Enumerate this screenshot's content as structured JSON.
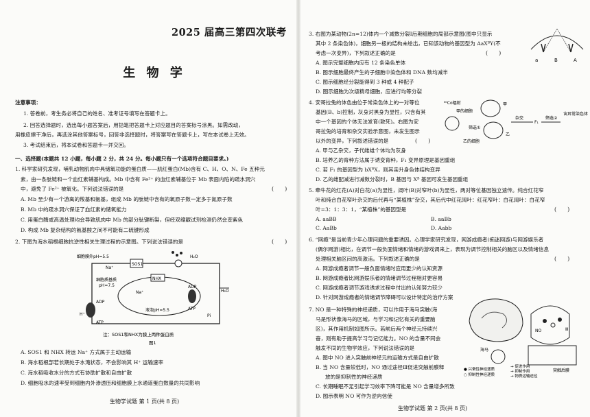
{
  "left_page": {
    "exam_title": "2025 届高三第四次联考",
    "subject": "生 物 学",
    "notice_heading": "注意事项：",
    "notices": [
      "1. 答卷前，考生务必将自己的姓名、准考证号填写在答题卡上。",
      "2. 回答选择题时，选出每小题答案后，用铅笔把答题卡上对应题目的答案标号涂黑。如需改动，",
      "用橡皮擦干净后，再选涂其他答案标号，回答非选择题时，将答案写在答题卡上，写在本试卷上无效。",
      "3. 考试结束后，将本试卷和答题卡一并交回。"
    ],
    "section_heading": "一、选择题(本题共 12 小题，每小题 2 分，共 24 分。每小题只有一个选项符合题目要求。)",
    "q1": {
      "stem": [
        "1. 科学家研究发现，哺乳动物肌肉中具储氧功能的蛋白质——肌红蛋白(Mb)含有 C、H、O、N、Fe 五种元",
        "素，由一条肽链和一个血红素辅基构成。Mb 中含有 Fe²⁺ 的血红素辅基位于 Mb 表面内陷的疏水洞穴",
        "中，避免了 Fe²⁺ 被氧化。下列说法错误的是"
      ],
      "options": [
        "A. Mb 至少有一个游离的羧基和氨基，组成 Mb 的肽链中含有的氧原子数一定多于氮原子数",
        "B. Mb 中的疏水洞穴保证了血红素的储氧能力",
        "C. 用蛋白酶或高温处理均会导致肌肉中 Mb 的部分肽键断裂，但经双缩脲试剂检测仍然会变紫色",
        "D. 构成 Mb 复杂结构的氨基酸之间不可能有二硫键形成"
      ]
    },
    "q2": {
      "stem": "2. 下图为海水稻根细胞抗逆性相关生理过程的示意图。下列说法错误的是",
      "figure_labels": {
        "extracellular": "细胞膜外pH=5.5",
        "sos1": "SOS1",
        "h2o_top": "H₂O",
        "h2o_right": "H₂O",
        "cytoplasm": "细胞质基质",
        "cytoplasm_ph": "pH=7.5",
        "nhx": "NHX",
        "adp": "ADP",
        "atp": "ATP",
        "h_plus": "H⁺",
        "na_plus": "Na⁺",
        "pi": "Pi",
        "vacuole": "液泡pH=5.5",
        "note": "注：SOS1和NHX为膜上两种蛋白质",
        "figure_number": "图1"
      },
      "options": [
        "A. SOS1 和 NHX 转运 Na⁺ 方式属于主动运输",
        "B. 海水稻根部若长期处于水淹状态，不会影响其 H⁺ 运输速率",
        "C. 海水稻吸收水分的方式有协助扩散和自由扩散",
        "D. 细胞吸水的速率受到细胞内外渗透压和细胞膜上水通道蛋白数量的共同影响"
      ]
    },
    "footer": "生物学试题  第 1 页(共 8 页)"
  },
  "right_page": {
    "q3": {
      "stem": [
        "3. 右图为某动物(2n=12)体内一个减数分裂Ⅰ后期细胞的局部示意图(图中只显示",
        "其中 2 条染色体)，细胞另一极的结构未绘出，已知该动物的基因型为 AaXᴮY(不",
        "考虑一次变异)，下列叙述正确的是"
      ],
      "options": [
        "A. 图示完整细胞内应有 12 条染色单体",
        "B. 图示细胞最终产生的子细胞中染色体和 DNA 数均减半",
        "C. 图示细胞经分裂能得到 3 种或 4 种配子",
        "D. 图示细胞为次级精母细胞，应进行均等分裂"
      ],
      "figure_labels": {
        "a": "a",
        "b": "B",
        "big_a": "A"
      }
    },
    "q4": {
      "stem": [
        "4. 安哥拉兔的体色由位于常染色体上的一对等位",
        "基因(B、b)控制，灰身对黑身为显性，只含有其",
        "中一个基因的个体无法发育(致死)。右图为安",
        "哥拉兔的培育和杂交实验示意图，未发生图示",
        "以外的变异，下列叙述错误的是"
      ],
      "options": [
        "A. 甲与乙杂交，子代雌雄个体均为灰身",
        "B. 培养乙的育种方法属于诱变育种，F₁ 变异原理是基因重组",
        "C. 若 F₁ 的基因型为 bXᴮX，则其亲升身色体结构变异",
        "D. 乙的雌配减进行减数分裂时，B 基因与 Xᴮ 基因可发生基因重组"
      ],
      "figure_labels": {
        "radiation": "⁶⁰Co辐射",
        "jia_cell": "甲的细胞",
        "jia": "甲",
        "yi": "乙",
        "yi_cell": "乙的细胞",
        "screen": "筛选①",
        "cross": "杂交",
        "f1": "F₁",
        "screen2": "筛选②",
        "result": "含异常染色体"
      }
    },
    "q5": {
      "stem": [
        "5. 牵牛花的红花(A)对白花(a)为显性，阔叶(B)对窄叶(b)为显性，两对等位基因独立遗传。纯合红花窄",
        "叶和纯合白花窄叶杂交的后代再与“某植株”杂交，其后代中红花阔叶：红花窄叶：白花阔叶：白花窄",
        "叶=3：1：3：1，“某植株”的基因型是"
      ],
      "options": [
        "A. aaBB",
        "B. aaBb",
        "C. AaBb",
        "D. Aabb"
      ]
    },
    "q6": {
      "stem": [
        "6. “网瘾”是当前青少年心理问题的重要诱因。心理学家研究发现，网游成瘾者(痴迷网游)与网游娱乐者",
        "(偶尔网游)相比，在调节一般负面情绪和情绪的游戏调来上，表现为调节控制相关的脑区以及情绪信息",
        "处理相关脑区间的高激活。下列叙述正确的是"
      ],
      "options": [
        "A. 网游成瘾者调节一般负面情绪时应用更少的认知资源",
        "B. 网游成瘾者比网游娱乐者的情绪调节过程相对更容易",
        "C. 网游成瘾者调节游戏诱求过程中付出的认知努力较少",
        "D. 针对网游成瘾者的情绪调节障碍可以设计特定的治疗方案"
      ]
    },
    "q7": {
      "stem": [
        "7. NO 是一种特殊的神经递质，可以作用于海马突触(海",
        "马是形状像海马的区域，与学习和记忆有关的重要脑",
        "区)，其作用机制如图所示。若前后两个神经元持续兴",
        "奋，则有助于提高学习与记忆能力。NO 的含量不同会",
        "触发不同的生物学效应，下列说法错误的是"
      ],
      "options": [
        "A. 图中 NO 进入突触前神经元的运输方式是自由扩散",
        "B. 当 NO 含量较低时，NO 通过途径Ⅲ促进突触前膜释",
        "放的是抑制性的神经递质",
        "C. 长期睡眠不足引起学习效率下降可能是 NO 含量增多所致",
        "D. 图示表明 NO 可作为逆向信使"
      ],
      "figure_labels": {
        "hippocampus": "海马",
        "synapse": "突触后膜",
        "paths": [
          "→ 促进作用",
          "→ 抑制作用",
          "→ 物质运输途径"
        ],
        "legend": [
          "● 兴奋性神经递质",
          "○ 抑制性神经递质"
        ],
        "iii": "Ⅲ",
        "no": "NO"
      }
    },
    "footer": "生物学试题  第 2 页(共 8 页)"
  }
}
